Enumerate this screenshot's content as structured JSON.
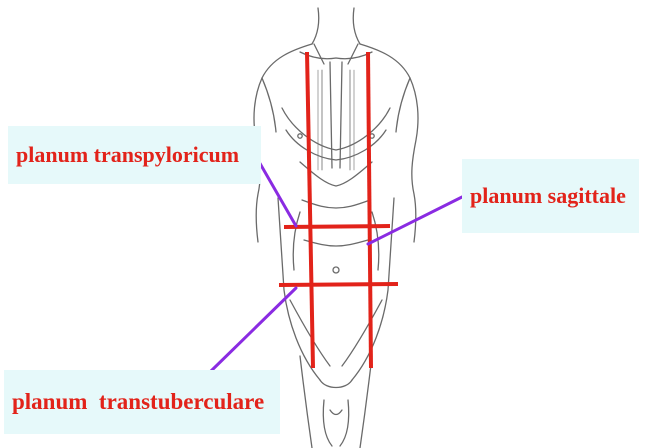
{
  "labels": {
    "transpyloricum": "planum transpyloricum",
    "sagittale": "planum sagittale",
    "transtuberculare": "planum  transtuberculare"
  },
  "colors": {
    "plane_line": "#e2231a",
    "pointer_line": "#8a2be2",
    "label_background": "#e6f9fa",
    "label_text": "#e2231a",
    "outline": "#555555"
  }
}
